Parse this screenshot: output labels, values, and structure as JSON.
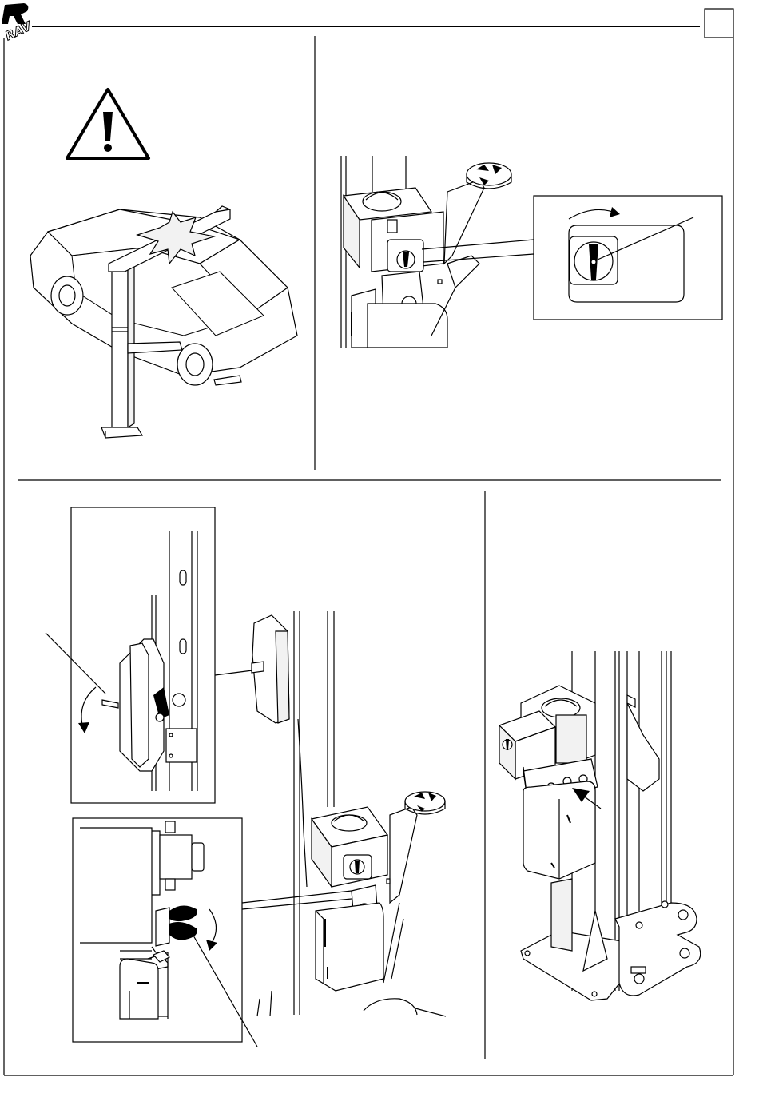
{
  "header": {
    "logo_text": "RAV",
    "page_box_text": ""
  },
  "panels": [
    {
      "id": "warning-collision",
      "icon": "warning-triangle-icon"
    },
    {
      "id": "main-switch-detail",
      "icon": "rotary-switch-icon"
    },
    {
      "id": "manual-lowering",
      "icon": "release-lever-icon"
    },
    {
      "id": "power-unit-view",
      "icon": "hydraulic-unit-icon"
    }
  ]
}
